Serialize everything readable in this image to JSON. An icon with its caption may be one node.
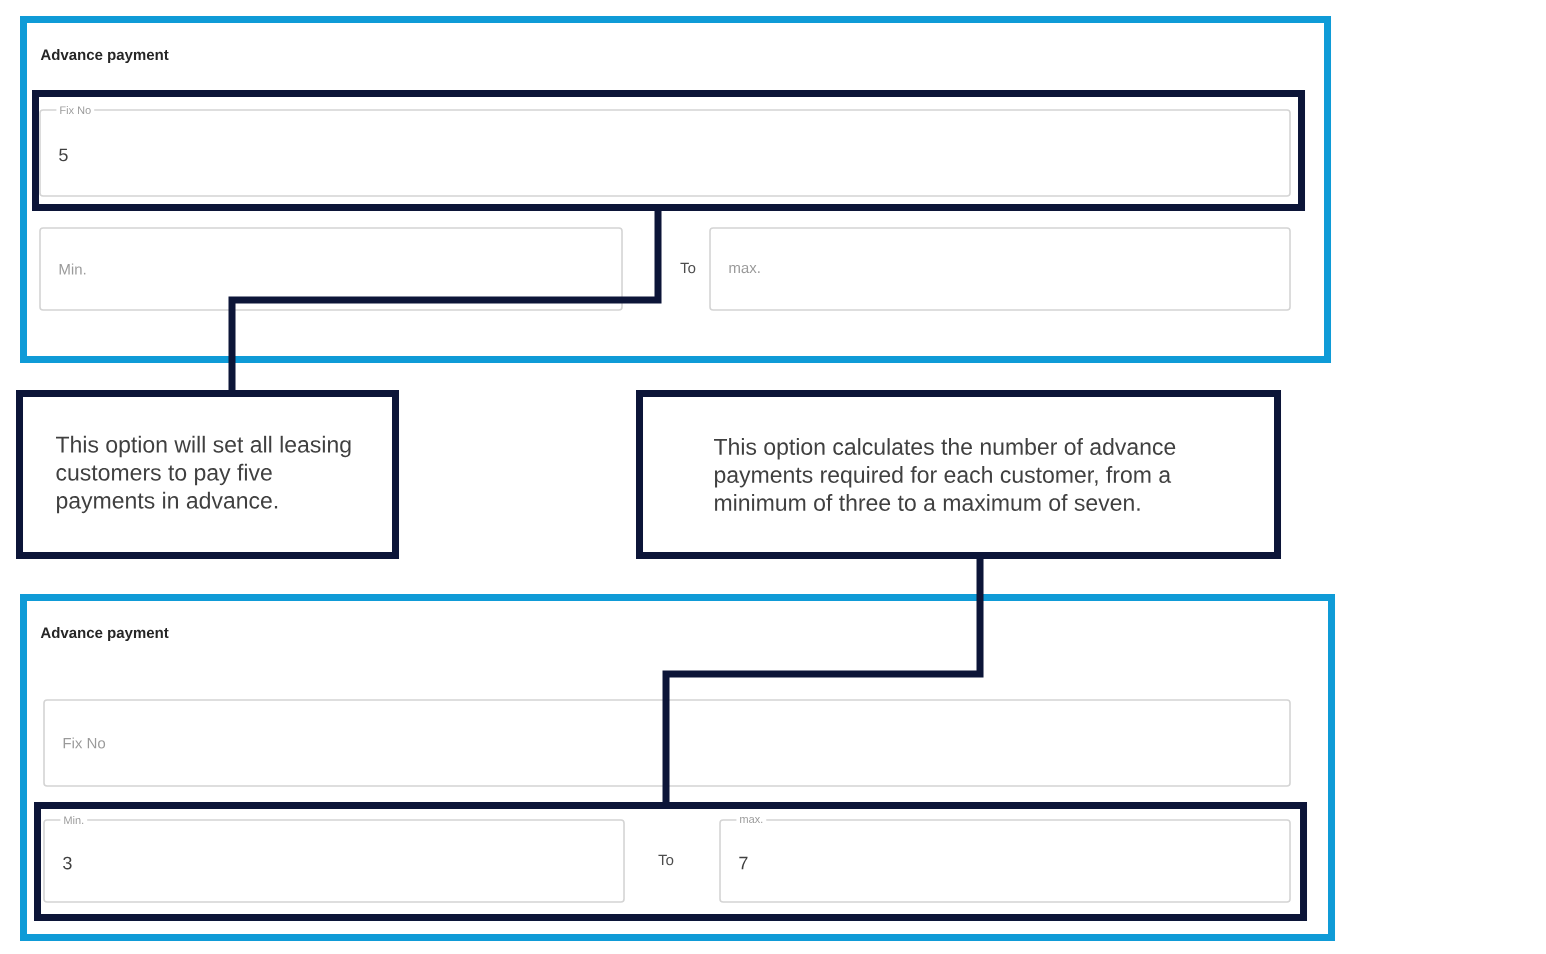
{
  "diagram": {
    "nodes": [
      {
        "text": [
          "Advance payment"
        ]
      },
      {
        "text": [
          "Fix No",
          "5"
        ],
        "in": 0
      },
      {
        "text": [
          "Min."
        ],
        "in": 0
      },
      {
        "text": [
          "max."
        ],
        "in": 0
      },
      {
        "text": [
          "This option will set all leasing customers to pay five payments in advance."
        ]
      },
      {
        "text": [
          "This option calculates the number of advance payments required for each customer, from a minimum of three to a maximum of seven."
        ]
      },
      {
        "text": [
          "Advance payment"
        ]
      },
      {
        "text": [
          "Fix No"
        ],
        "in": 6
      },
      {
        "text": [],
        "shape": "box",
        "in": 6
      },
      {
        "text": [
          "Min.",
          "3"
        ],
        "in": 8
      },
      {
        "text": [
          "max.",
          "7"
        ],
        "in": 8
      }
    ],
    "edges": [
      {
        "from": 4,
        "to": 1,
        "arrow": "none"
      },
      {
        "from": 5,
        "to": 8,
        "arrow": "none"
      }
    ],
    "labels": [
      "To",
      "To"
    ]
  }
}
